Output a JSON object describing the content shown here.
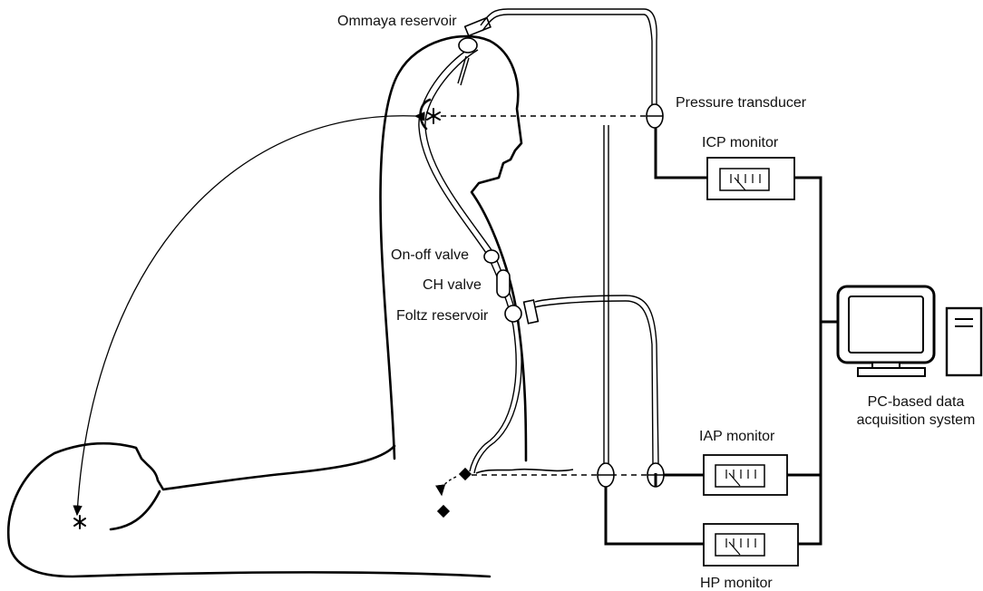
{
  "labels": {
    "ommaya_reservoir": "Ommaya reservoir",
    "pressure_transducer": "Pressure transducer",
    "icp_monitor": "ICP monitor",
    "on_off_valve": "On-off valve",
    "ch_valve": "CH valve",
    "foltz_reservoir": "Foltz reservoir",
    "pc_line1": "PC-based data",
    "pc_line2": "acquisition system",
    "iap_monitor": "IAP monitor",
    "hp_monitor": "HP monitor"
  },
  "colors": {
    "stroke": "#000000",
    "background": "#ffffff"
  }
}
